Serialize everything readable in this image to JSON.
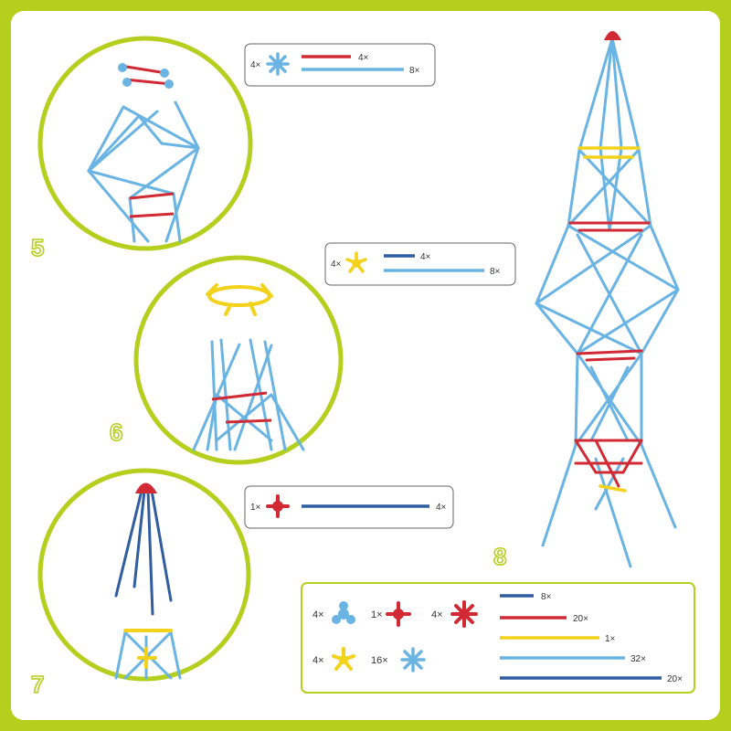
{
  "steps": {
    "s5": {
      "number": "5",
      "hub_qty": "4×",
      "red_qty": "4×",
      "lb_qty": "8×"
    },
    "s6": {
      "number": "6",
      "hub_qty": "4×",
      "db_qty": "4×",
      "lb_qty": "8×"
    },
    "s7": {
      "number": "7",
      "hub_qty": "1×",
      "db_qty": "4×"
    },
    "s8": {
      "number": "8"
    }
  },
  "summary": {
    "tri_qty": "4×",
    "red4_qty": "1×",
    "red8_qty": "4×",
    "yellow_qty": "4×",
    "blue_qty": "16×",
    "rods": {
      "r1": "8×",
      "r2": "20×",
      "r3": "1×",
      "r4": "32×",
      "r5": "20×"
    }
  },
  "colors": {
    "accent_green": "#b5cf1e",
    "light_blue": "#6ab4e4",
    "dark_blue": "#2f5d9f",
    "red": "#d22a34",
    "yellow": "#f3d21c"
  }
}
